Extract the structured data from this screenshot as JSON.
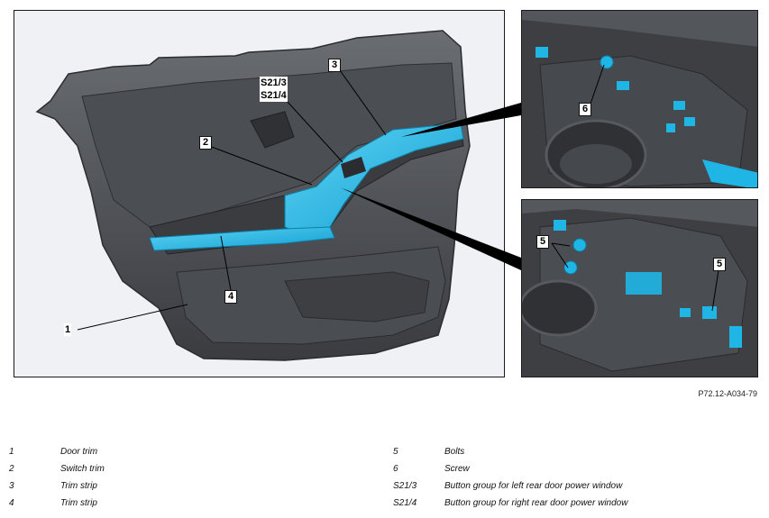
{
  "figure_id": "P72.12-A034-79",
  "callouts": {
    "main_3": "3",
    "main_s21_3": "S21/3",
    "main_s21_4": "S21/4",
    "main_2": "2",
    "main_4": "4",
    "main_1": "1",
    "top_6": "6",
    "bottom_5_left": "5",
    "bottom_5_right": "5"
  },
  "legend": {
    "left": [
      {
        "key": "1",
        "text": "Door trim"
      },
      {
        "key": "2",
        "text": "Switch trim"
      },
      {
        "key": "3",
        "text": "Trim strip"
      },
      {
        "key": "4",
        "text": "Trim strip"
      }
    ],
    "right": [
      {
        "key": "5",
        "text": "Bolts"
      },
      {
        "key": "6",
        "text": "Screw"
      },
      {
        "key": "S21/3",
        "text": "Button group for left rear door power window"
      },
      {
        "key": "S21/4",
        "text": "Button group for right rear door power window"
      }
    ]
  },
  "colors": {
    "highlight": "#1fb6e6",
    "trim_dark": "#3f4144",
    "trim_mid": "#55585c"
  }
}
